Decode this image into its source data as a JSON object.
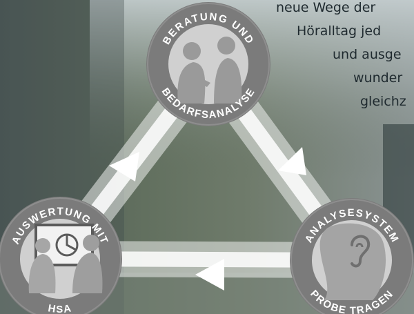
{
  "intro_text": {
    "line1": "neue Wege der",
    "line2": "Höralltag jed",
    "line3": "und ausge",
    "line4": "wunder",
    "line5": "gleichz"
  },
  "steps": {
    "consultation": {
      "arc_top": "BERATUNG UND",
      "arc_bottom": "BEDARFSANALYSE",
      "icon": "two-people-conversation-icon"
    },
    "analysis_system": {
      "arc_top": "ANALYSESYSTEM",
      "arc_bottom": "PROBE TRAGEN",
      "icon": "ear-listening-icon"
    },
    "evaluation": {
      "arc_top": "AUSWERTUNG MIT",
      "arc_bottom": "HSA",
      "icon": "presentation-chart-icon"
    }
  },
  "colors": {
    "badge_ring": "#7a7a7a",
    "badge_inner": "#cfcfcf",
    "track": "#e9ebe9",
    "arrow": "#ffffff"
  }
}
